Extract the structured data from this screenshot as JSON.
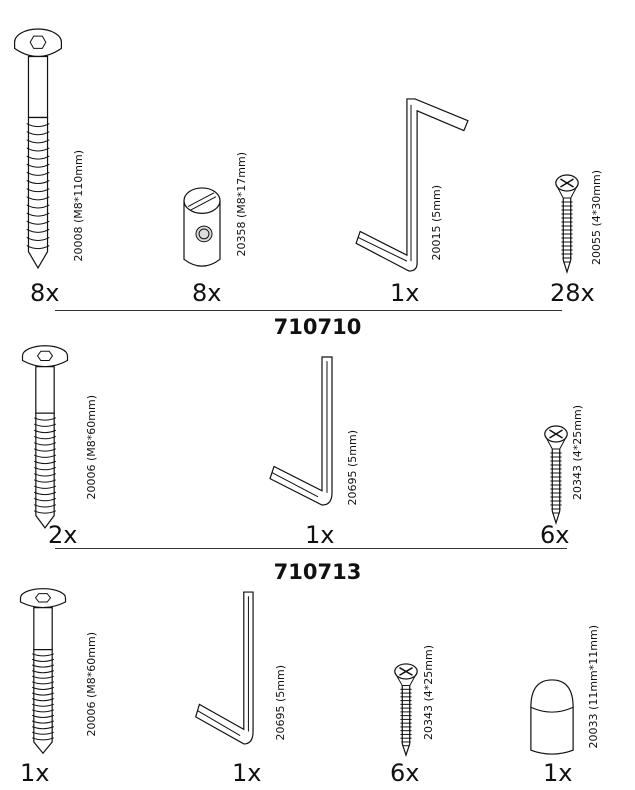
{
  "sections": [
    {
      "parts": [
        {
          "code": "20008 (M8*110mm)",
          "qty": "8x",
          "icon": "bolt"
        },
        {
          "code": "20358 (M8*17mm)",
          "qty": "8x",
          "icon": "barrel-nut"
        },
        {
          "code": "20015 (5mm)",
          "qty": "1x",
          "icon": "z-allen-key"
        },
        {
          "code": "20055 (4*30mm)",
          "qty": "28x",
          "icon": "wood-screw"
        }
      ],
      "kit_number": "710710"
    },
    {
      "parts": [
        {
          "code": "20006 (M8*60mm)",
          "qty": "2x",
          "icon": "bolt"
        },
        {
          "code": "20695 (5mm)",
          "qty": "1x",
          "icon": "l-allen-key"
        },
        {
          "code": "20343 (4*25mm)",
          "qty": "6x",
          "icon": "wood-screw"
        }
      ],
      "kit_number": "710713"
    },
    {
      "parts": [
        {
          "code": "20006 (M8*60mm)",
          "qty": "1x",
          "icon": "bolt"
        },
        {
          "code": "20695 (5mm)",
          "qty": "1x",
          "icon": "l-allen-key"
        },
        {
          "code": "20343 (4*25mm)",
          "qty": "6x",
          "icon": "wood-screw"
        },
        {
          "code": "20033 (11mm*11mm)",
          "qty": "1x",
          "icon": "end-cap"
        }
      ]
    }
  ]
}
